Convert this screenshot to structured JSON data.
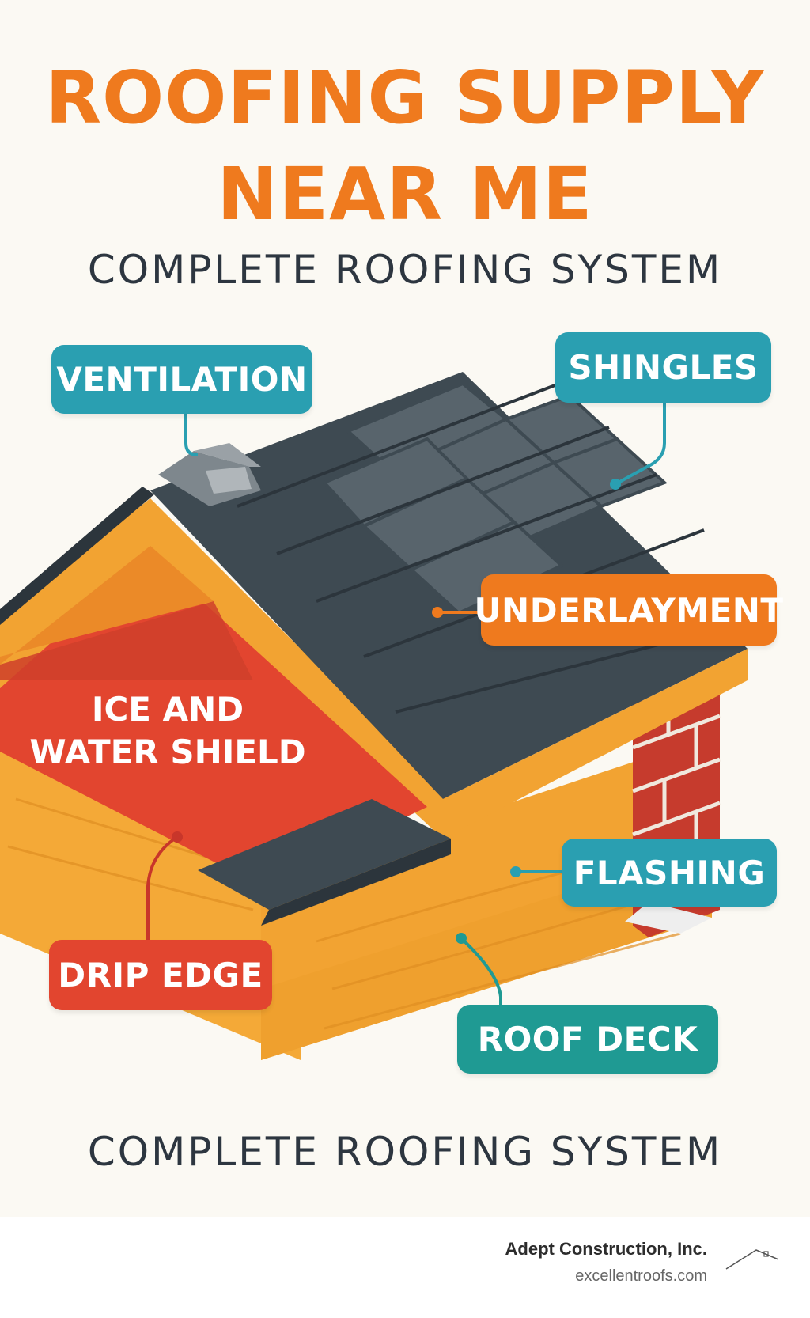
{
  "header": {
    "title_line1": "ROOFING SUPPLY",
    "title_line2": "NEAR ME",
    "subtitle": "COMPLETE ROOFING SYSTEM"
  },
  "labels": {
    "ventilation": "VENTILATION",
    "shingles": "SHINGLES",
    "underlayment": "UNDERLAYMENT",
    "ice_line1": "ICE AND",
    "ice_line2": "WATER SHIELD",
    "flashing": "FLASHING",
    "drip_edge": "DRIP EDGE",
    "roof_deck": "ROOF DECK"
  },
  "bottom_subtitle": "COMPLETE ROOFING SYSTEM",
  "footer": {
    "company": "Adept Construction, Inc.",
    "website": "excellentroofs.com"
  },
  "colors": {
    "orange": "#ef7a1e",
    "teal": "#2a9fb1",
    "red": "#e2452f",
    "dark_roof": "#3e4a52",
    "wood": "#f4a937"
  }
}
